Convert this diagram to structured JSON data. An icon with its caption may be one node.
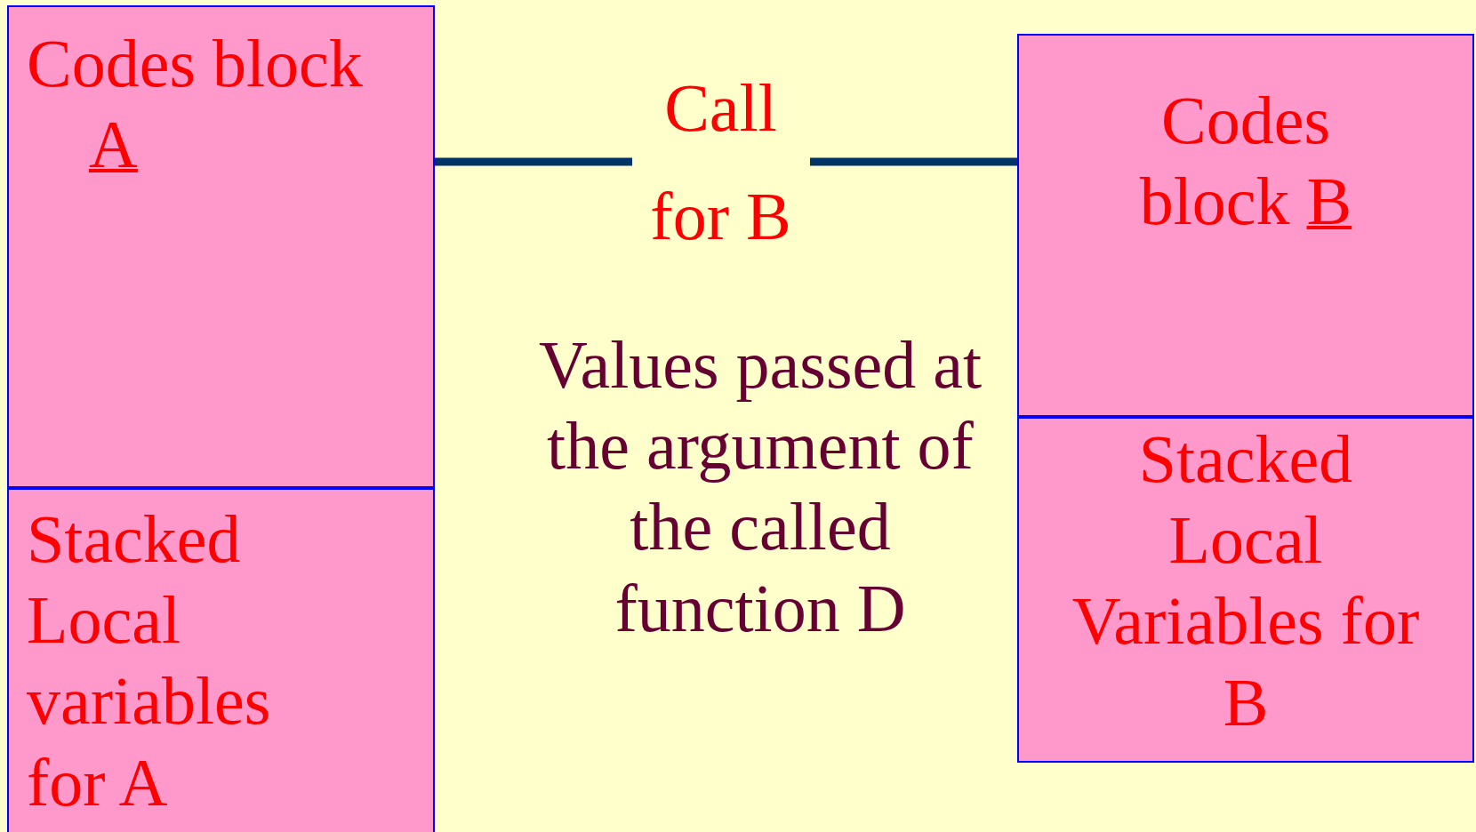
{
  "diagram": {
    "nodes": [
      {
        "text": [
          "Codes block",
          "A"
        ]
      },
      {
        "text": [
          "Stacked Local variables for A"
        ]
      },
      {
        "text": [
          "Codes",
          "block",
          "B"
        ]
      },
      {
        "text": [
          "Stacked Local Variables for B"
        ]
      }
    ],
    "edges": [
      {
        "from": 0,
        "to": 2,
        "arrow": "none",
        "label": "Call for B"
      }
    ],
    "labels": [
      "Values passed at the argument of the called function D"
    ]
  }
}
